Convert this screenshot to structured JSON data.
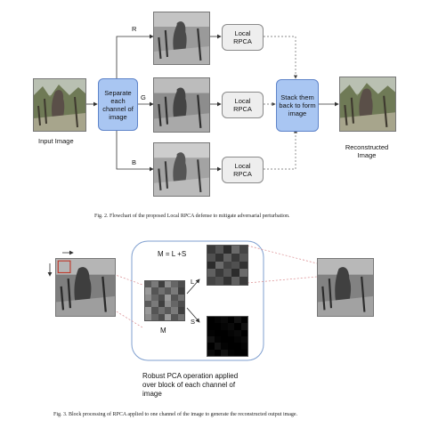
{
  "fig2": {
    "input_label": "Input Image",
    "separate_label": "Separate each channel of image",
    "channels": [
      "R",
      "G",
      "B"
    ],
    "local_rpca_label": "Local RPCA",
    "stack_label": "Stack them back to form image",
    "reconstructed_label": "Reconstructed Image",
    "caption": "Fig. 2.  Flowchart of the proposed Local RPCA defense to mitigate adversarial perturbation.",
    "colors": {
      "process_box": "#a9c6f2",
      "rpca_box": "#eeeeee",
      "dashed_arrow": "#b04a4a"
    }
  },
  "fig3": {
    "equation": "M = L +S",
    "m_label": "M",
    "l_label": "L",
    "s_label": "S",
    "robust_text": "Robust PCA operation applied over block of each channel of image",
    "caption": "Fig. 3.  Block processing of RPCA applied to one channel of the image to generate the reconstructed output image.",
    "colors": {
      "panel_border": "#7f9fcf",
      "dashed_lines": "#d9888c"
    }
  }
}
